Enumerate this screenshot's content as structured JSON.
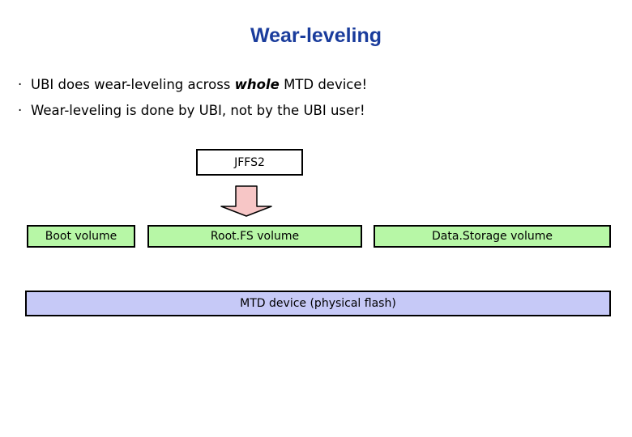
{
  "title": "Wear-leveling",
  "bullets": [
    {
      "before": "UBI does wear-leveling across ",
      "emphasis": "whole",
      "after": " MTD device!"
    },
    {
      "text": "Wear-leveling is done by UBI, not by the UBI user!"
    }
  ],
  "bullet_marker": "·",
  "diagram": {
    "top_box": "JFFS2",
    "volumes": [
      "Boot volume",
      "Root.FS volume",
      "Data.Storage volume"
    ],
    "device": "MTD device (physical flash)"
  },
  "colors": {
    "title": "#1a3c9c",
    "volume_fill": "#b7f7a6",
    "device_fill": "#c6c9f7",
    "arrow_fill": "#f7c6c6"
  },
  "icons": {
    "arrow": "down-arrow-icon"
  }
}
